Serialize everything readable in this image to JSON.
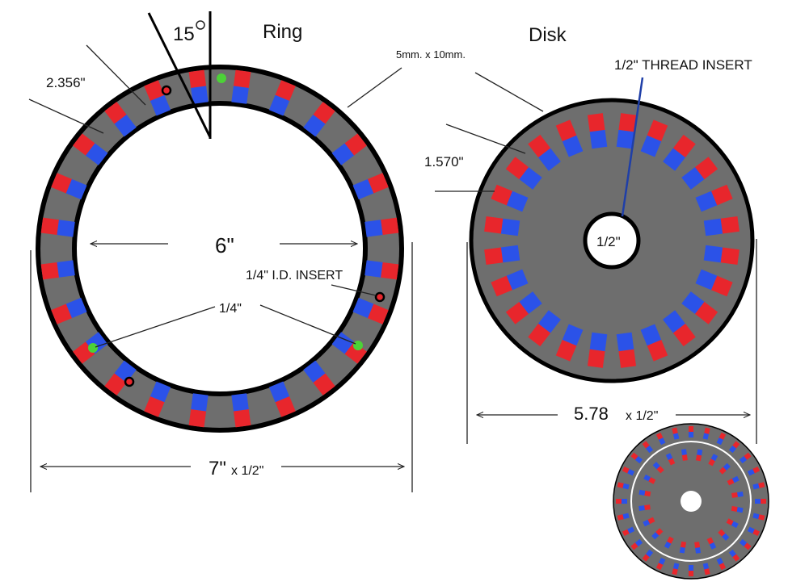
{
  "labels": {
    "angle": "15",
    "ring_title": "Ring",
    "disk_title": "Disk",
    "magnet_size": "5mm. x 10mm.",
    "ring_magnet_radius": "2.356\"",
    "thread_insert": "1/2\"  THREAD INSERT",
    "disk_magnet_radius": "1.570\"",
    "ring_inner_dia": "6\"",
    "insert_note": "1/4\" I.D. INSERT",
    "quarter": "1/4\"",
    "disk_hole": "1/2\"",
    "disk_dia_value": "5.78",
    "disk_thickness": "x 1/2\"",
    "ring_dia_value": "7\"",
    "ring_thickness": "x 1/2\""
  },
  "ring": {
    "magnet_count": 24
  },
  "disk": {
    "magnet_count": 24
  },
  "mini": {
    "outer_count": 28,
    "inner_count": 20
  },
  "colors": {
    "body": "#6e6e6e",
    "outline": "#000000",
    "magnet_red": "#e8262c",
    "magnet_blue": "#2b52e8",
    "green_dot": "#4cd137",
    "thread_line": "#1f3fa8"
  }
}
